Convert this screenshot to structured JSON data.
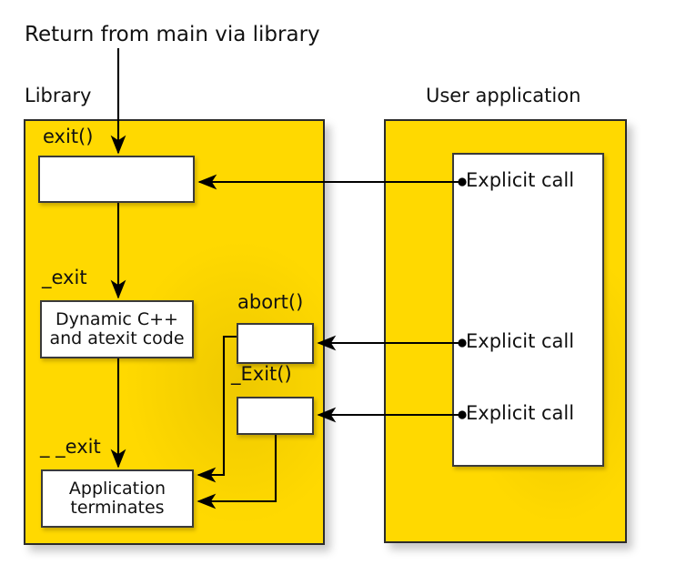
{
  "diagram": {
    "title_note": "Return from main via library",
    "regions": {
      "library": {
        "label": "Library",
        "color": "#ffd900"
      },
      "user_application": {
        "label": "User application",
        "color": "#ffd900"
      }
    },
    "library_nodes": [
      {
        "id": "exit",
        "caption": "exit()",
        "text": ""
      },
      {
        "id": "dynamic",
        "caption": "_exit",
        "text": "Dynamic C++\nand atexit code"
      },
      {
        "id": "abort",
        "caption": "abort()",
        "text": ""
      },
      {
        "id": "bigexit",
        "caption": "_Exit()",
        "text": ""
      },
      {
        "id": "terminates",
        "caption": "_ _exit",
        "text": "Application\nterminates"
      }
    ],
    "user_application_calls": [
      {
        "id": "call-exit",
        "label": "Explicit call"
      },
      {
        "id": "call-abort",
        "label": "Explicit call"
      },
      {
        "id": "call-_Exit",
        "label": "Explicit call"
      }
    ]
  }
}
